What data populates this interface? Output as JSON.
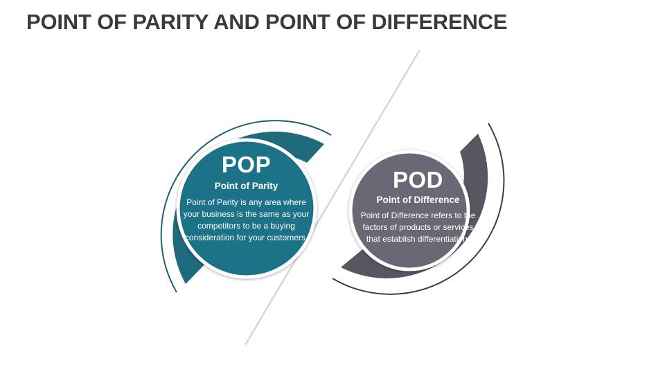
{
  "title": "POINT OF PARITY AND POINT OF DIFFERENCE",
  "colors": {
    "pop_teal": "#1f6b7e",
    "pop_circle": "#1b7287",
    "pod_gray": "#575761",
    "pod_circle": "#676974",
    "outline": "#1f5f6f",
    "divider": "#d4d4d4"
  },
  "pop": {
    "abbr": "POP",
    "heading": "Point of Parity",
    "body": "Point of Parity is any area where your business is the same as your competitors to be a buying consideration for your customers."
  },
  "pod": {
    "abbr": "POD",
    "heading": "Point of Difference",
    "body": "Point of Difference refers to the factors of products or services that establish differentiation."
  }
}
